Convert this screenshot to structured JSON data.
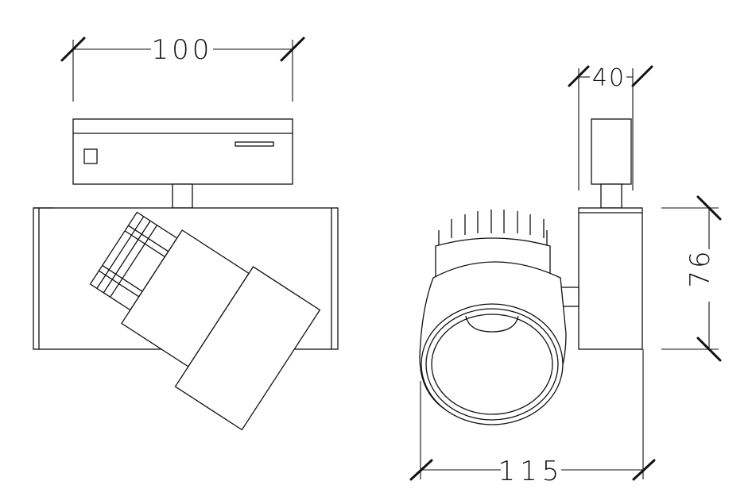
{
  "dimensions": {
    "width_front": "100",
    "width_side_adapter": "40",
    "height_side": "76",
    "width_side": "115"
  },
  "colors": {
    "line": "#111111",
    "background": "#ffffff"
  }
}
